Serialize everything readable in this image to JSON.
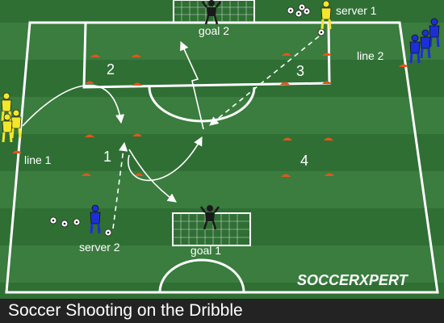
{
  "labels": {
    "goal_top": "goal 2",
    "goal_bottom": "goal 1",
    "server_top": "server 1",
    "server_bottom": "server 2",
    "line_left": "line 1",
    "line_right": "line 2",
    "zone_1": "1",
    "zone_2": "2",
    "zone_3": "3",
    "zone_4": "4"
  },
  "logo": "SOCCERXPERT",
  "caption": "Soccer Shooting on the Dribble",
  "colors": {
    "pitch_dark": "#2f6f34",
    "pitch_light": "#3a7d3e",
    "lines": "#ffffff",
    "cone": "#e2561b",
    "team_yellow": "#f2e72a",
    "team_blue": "#1c2fd6",
    "keeper": "#1a1a1a"
  }
}
